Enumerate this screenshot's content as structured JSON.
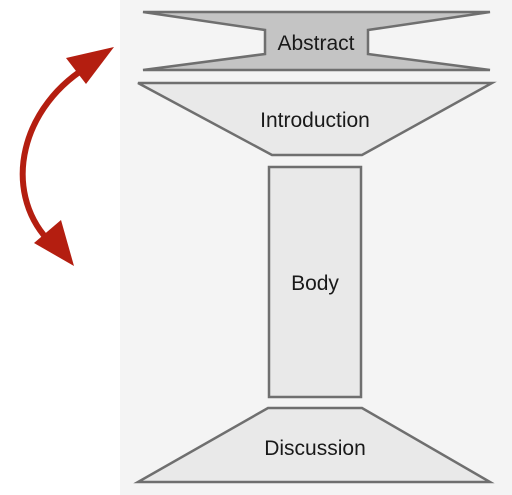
{
  "sections": {
    "abstract": "Abstract",
    "introduction": "Introduction",
    "body": "Body",
    "discussion": "Discussion"
  },
  "colors": {
    "panel_bg": "#f4f4f4",
    "shape_fill": "#e9e9e9",
    "abstract_fill": "#c4c4c4",
    "outline": "#6f6f6f",
    "arrow": "#b41e10"
  },
  "icons": {
    "arrow": "double-headed-curved-arrow-icon"
  }
}
